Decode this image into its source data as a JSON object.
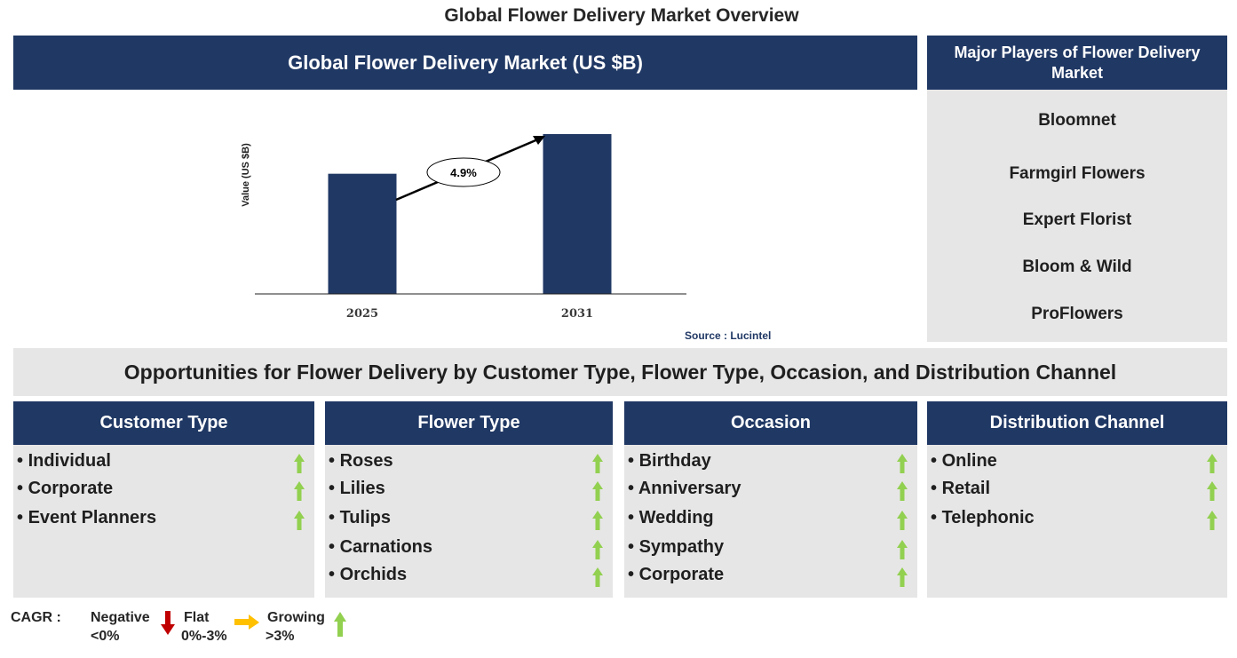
{
  "title": "Global Flower Delivery Market Overview",
  "market_panel": {
    "header": "Global Flower Delivery Market (US $B)",
    "source": "Source : Lucintel"
  },
  "chart_data": {
    "type": "bar",
    "categories": [
      "2025",
      "2031"
    ],
    "values": [
      1.0,
      1.33
    ],
    "ylabel": "Value (US $B)",
    "annotation": "4.9%",
    "bar_color": "#203864"
  },
  "players": {
    "header": "Major Players of Flower Delivery Market",
    "items": [
      "Bloomnet",
      "Farmgirl Flowers",
      "Expert Florist",
      "Bloom & Wild",
      "ProFlowers"
    ]
  },
  "opportunities": {
    "banner": "Opportunities for Flower Delivery by Customer Type, Flower Type, Occasion, and Distribution Channel",
    "categories": [
      {
        "title": "Customer Type",
        "items": [
          "Individual",
          "Corporate",
          "Event Planners"
        ],
        "trend": "growing"
      },
      {
        "title": "Flower Type",
        "items": [
          "Roses",
          "Lilies",
          "Tulips",
          "Carnations",
          "Orchids"
        ],
        "trend": "growing"
      },
      {
        "title": "Occasion",
        "items": [
          "Birthday",
          "Anniversary",
          "Wedding",
          "Sympathy",
          "Corporate"
        ],
        "trend": "growing"
      },
      {
        "title": "Distribution Channel",
        "items": [
          "Online",
          "Retail",
          "Telephonic"
        ],
        "trend": "growing"
      }
    ]
  },
  "legend": {
    "label": "CAGR :",
    "negative_name": "Negative",
    "negative_range": "<0%",
    "flat_name": "Flat",
    "flat_range": "0%-3%",
    "growing_name": "Growing",
    "growing_range": ">3%",
    "colors": {
      "negative": "#c00000",
      "flat": "#ffc000",
      "growing": "#92d050"
    }
  }
}
